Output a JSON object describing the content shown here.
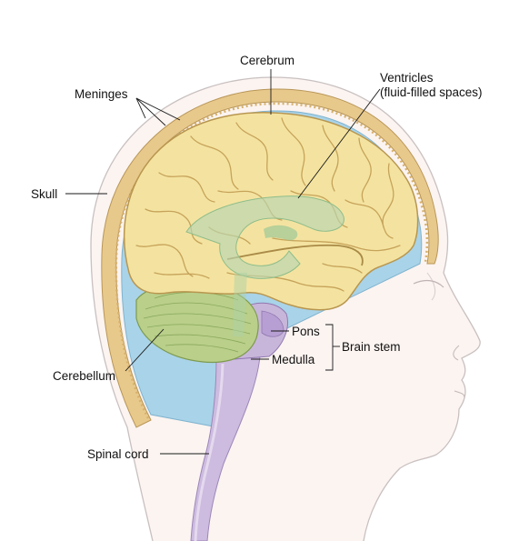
{
  "labels": {
    "cerebrum": "Cerebrum",
    "ventricles_line1": "Ventricles",
    "ventricles_line2": "(fluid-filled spaces)",
    "meninges": "Meninges",
    "skull": "Skull",
    "pons": "Pons",
    "brain_stem": "Brain stem",
    "medulla": "Medulla",
    "cerebellum": "Cerebellum",
    "spinal_cord": "Spinal cord"
  },
  "colors": {
    "cerebrum": "#f4e3a0",
    "cerebrum_folds": "#c9a85a",
    "cerebellum": "#b9cf8a",
    "ventricles": "#b8d6b0",
    "brain_stem": "#c8b6da",
    "csf": "#a9d3e8",
    "skull": "#e8c98c",
    "skin_outline": "#c9c0c0"
  }
}
